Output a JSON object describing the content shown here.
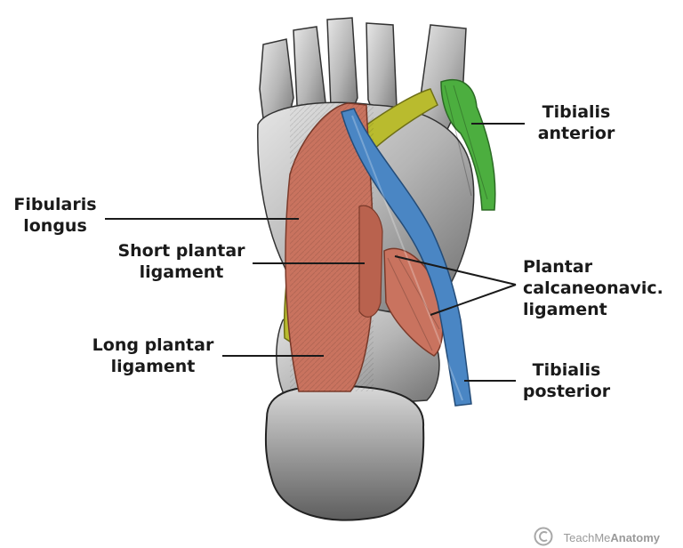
{
  "labels": {
    "tibialis_anterior": [
      "Tibialis",
      "anterior"
    ],
    "fibularis_longus": [
      "Fibularis",
      "longus"
    ],
    "short_plantar": [
      "Short plantar",
      "ligament"
    ],
    "long_plantar": [
      "Long plantar",
      "ligament"
    ],
    "plantar_calcaneonavicular": [
      "Plantar",
      "calcaneonavic.",
      "ligament"
    ],
    "tibialis_posterior": [
      "Tibialis",
      "posterior"
    ]
  },
  "watermark": {
    "prefix": "TeachMe",
    "brand": "Anatomy"
  },
  "colors": {
    "tibialis_anterior": "#4cae3f",
    "fibularis_longus": "#b9bb2e",
    "ligament": "#c9735f",
    "tibialis_posterior": "#4a86c4",
    "bone": "#bdbdbd",
    "text": "#1a1a1a"
  }
}
